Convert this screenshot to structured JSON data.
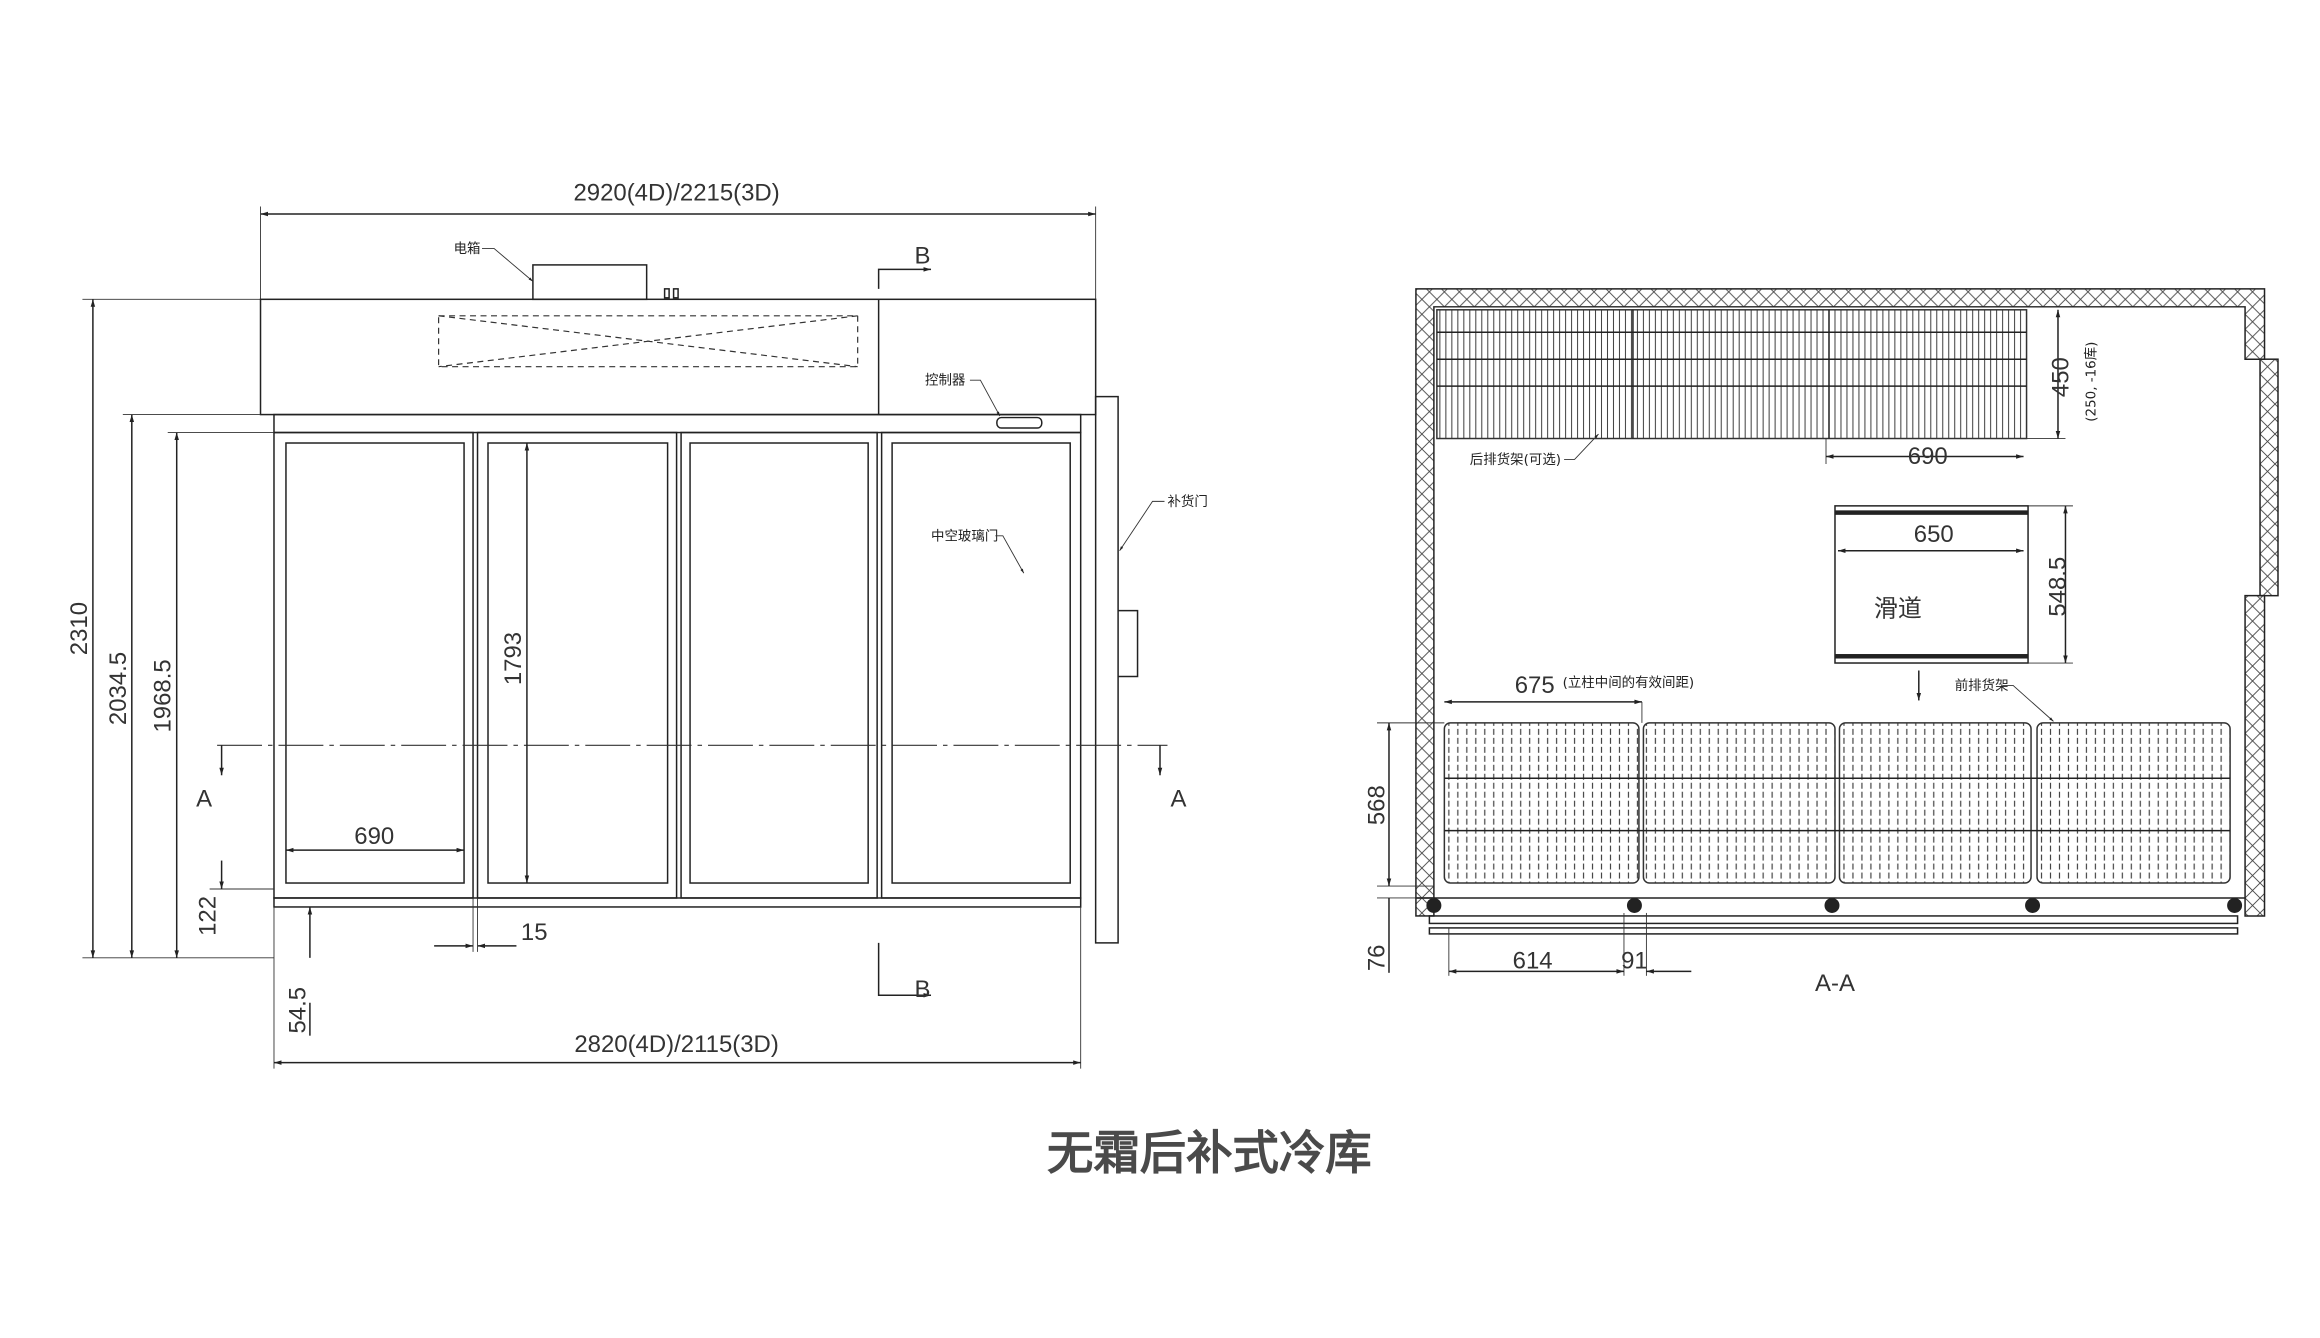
{
  "title": "无霜后补式冷库",
  "front_view": {
    "dim_top": "2920(4D)/2215(3D)",
    "dim_bottom": "2820(4D)/2115(3D)",
    "dim_2310": "2310",
    "dim_2034": "2034.5",
    "dim_1968": "1968.5",
    "dim_1793": "1793",
    "dim_690": "690",
    "dim_122": "122",
    "dim_15": "15",
    "dim_54": "54.5",
    "label_electric_box": "电箱",
    "label_controller": "控制器",
    "label_restock_door": "补货门",
    "label_glass_door": "中空玻璃门",
    "section_a": "A",
    "section_b": "B"
  },
  "section_view": {
    "label_back_shelf": "后排货架(可选)",
    "dim_450": "450",
    "dim_450_note": "(250, -16库)",
    "dim_690": "690",
    "dim_650": "650",
    "dim_548": "548.5",
    "label_slide": "滑道",
    "label_front_shelf": "前排货架",
    "dim_675": "675",
    "dim_675_note": "(立柱中间的有效间距)",
    "dim_568": "568",
    "dim_76": "76",
    "dim_614": "614",
    "dim_91": "91",
    "caption": "A-A"
  }
}
